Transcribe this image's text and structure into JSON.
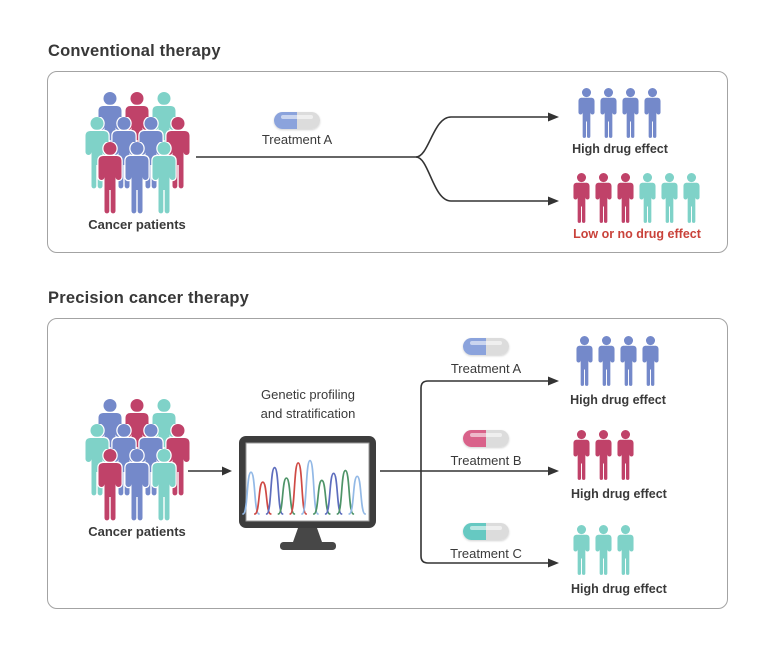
{
  "colors": {
    "person_blue": "#7489ca",
    "person_crimson": "#c04269",
    "person_teal": "#7fd2c8",
    "pill_blue": "#8ba3dc",
    "pill_pink": "#d9628a",
    "pill_teal": "#66c9c2",
    "pill_gray": "#dcdcdc",
    "line": "#333333",
    "panel_border": "#a3a3a3",
    "text_dark": "#3a3a3a",
    "text_red": "#c9423a",
    "monitor_frame": "#3d3d3d"
  },
  "conventional": {
    "title": "Conventional therapy",
    "patients_label": "Cancer patients",
    "crowd_rows": [
      [
        "person_blue",
        "person_crimson",
        "person_teal"
      ],
      [
        "person_teal",
        "person_blue",
        "person_blue",
        "person_crimson"
      ],
      [
        "person_crimson",
        "person_blue",
        "person_teal"
      ]
    ],
    "treatment": {
      "label": "Treatment A",
      "pill": "pill_blue"
    },
    "outcomes": [
      {
        "label": "High drug effect",
        "label_color": "text_dark",
        "people": [
          "person_blue",
          "person_blue",
          "person_blue",
          "person_blue"
        ]
      },
      {
        "label": "Low or no drug effect",
        "label_color": "text_red",
        "people": [
          "person_crimson",
          "person_crimson",
          "person_crimson",
          "person_teal",
          "person_teal",
          "person_teal"
        ]
      }
    ]
  },
  "precision": {
    "title": "Precision cancer therapy",
    "patients_label": "Cancer patients",
    "crowd_rows": [
      [
        "person_blue",
        "person_crimson",
        "person_teal"
      ],
      [
        "person_teal",
        "person_blue",
        "person_blue",
        "person_crimson"
      ],
      [
        "person_crimson",
        "person_blue",
        "person_teal"
      ]
    ],
    "profiling": {
      "line1": "Genetic profiling",
      "line2": "and stratification",
      "peaks": [
        {
          "c": "#93b9e6",
          "h": 0.72
        },
        {
          "c": "#cf4a45",
          "h": 0.55
        },
        {
          "c": "#5d6dbd",
          "h": 0.8
        },
        {
          "c": "#4e9468",
          "h": 0.62
        },
        {
          "c": "#cf4a45",
          "h": 0.88
        },
        {
          "c": "#93b9e6",
          "h": 0.92
        },
        {
          "c": "#4e9468",
          "h": 0.58
        },
        {
          "c": "#5d6dbd",
          "h": 0.7
        },
        {
          "c": "#4e9468",
          "h": 0.75
        },
        {
          "c": "#93b9e6",
          "h": 0.65
        }
      ]
    },
    "branches": [
      {
        "treatment": "Treatment A",
        "pill": "pill_blue",
        "outcome": "High drug effect",
        "people": [
          "person_blue",
          "person_blue",
          "person_blue",
          "person_blue"
        ]
      },
      {
        "treatment": "Treatment B",
        "pill": "pill_pink",
        "outcome": "High drug effect",
        "people": [
          "person_crimson",
          "person_crimson",
          "person_crimson"
        ]
      },
      {
        "treatment": "Treatment C",
        "pill": "pill_teal",
        "outcome": "High drug effect",
        "people": [
          "person_teal",
          "person_teal",
          "person_teal"
        ]
      }
    ]
  }
}
